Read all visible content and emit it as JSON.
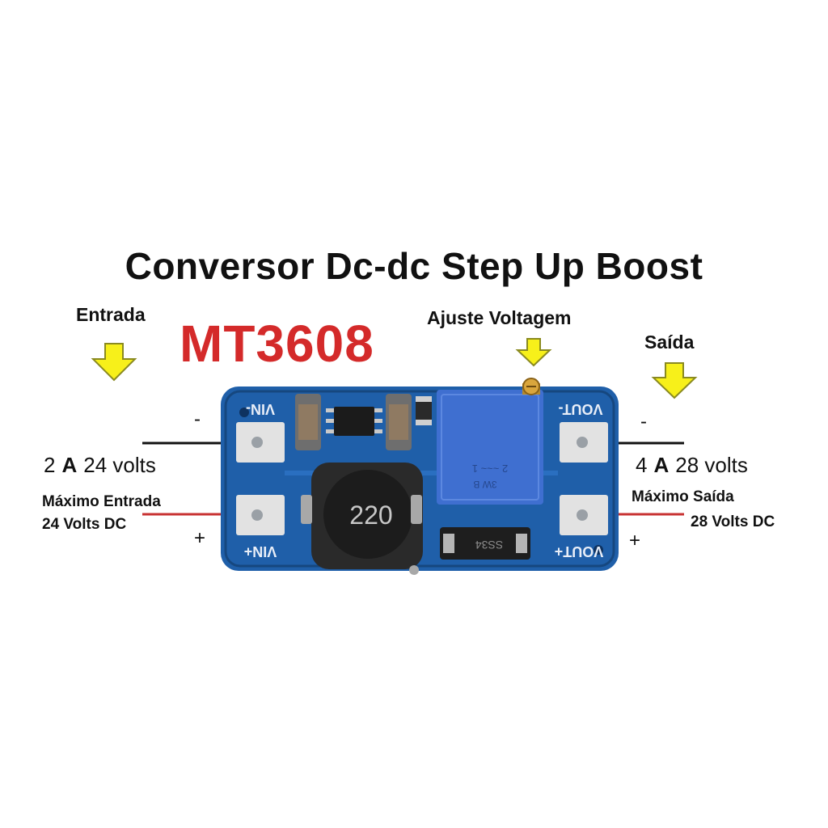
{
  "title": "Conversor Dc-dc Step Up Boost",
  "model": "MT3608",
  "colors": {
    "model": "#d42a2a",
    "pcb": "#1f5fa9",
    "pcb_dark": "#16477f",
    "arrow_fill": "#f7f01a",
    "arrow_stroke": "#8a8a20",
    "wire_negative": "#111111",
    "wire_positive": "#c83232",
    "pad": "#e2e2e2",
    "potentiometer": "#3f6fd0"
  },
  "input": {
    "heading": "Entrada",
    "arrow_icon": "down-arrow-icon",
    "negative_sign": "-",
    "positive_sign": "+",
    "current_value": "2",
    "current_unit": "A",
    "voltage": "24 volts",
    "max_line1": "Máximo Entrada",
    "max_line2": "24 Volts DC"
  },
  "adjust": {
    "heading": "Ajuste Voltagem",
    "arrow_icon": "down-arrow-icon"
  },
  "output": {
    "heading": "Saída",
    "arrow_icon": "down-arrow-icon",
    "negative_sign": "-",
    "positive_sign": "+",
    "current_value": "4",
    "current_unit": "A",
    "voltage": "28 volts",
    "max_line1": "Máximo Saída",
    "max_line2": "28 Volts DC"
  },
  "board": {
    "silkscreen": {
      "vin_neg": "VIN-",
      "vin_pos": "VIN+",
      "vout_neg": "VOUT-",
      "vout_pos": "VOUT+"
    },
    "inductor_marking": "220",
    "diode_marking": "SS34",
    "pot_marking_1": "2 ~~~ 1",
    "pot_marking_2": "3W  B"
  }
}
